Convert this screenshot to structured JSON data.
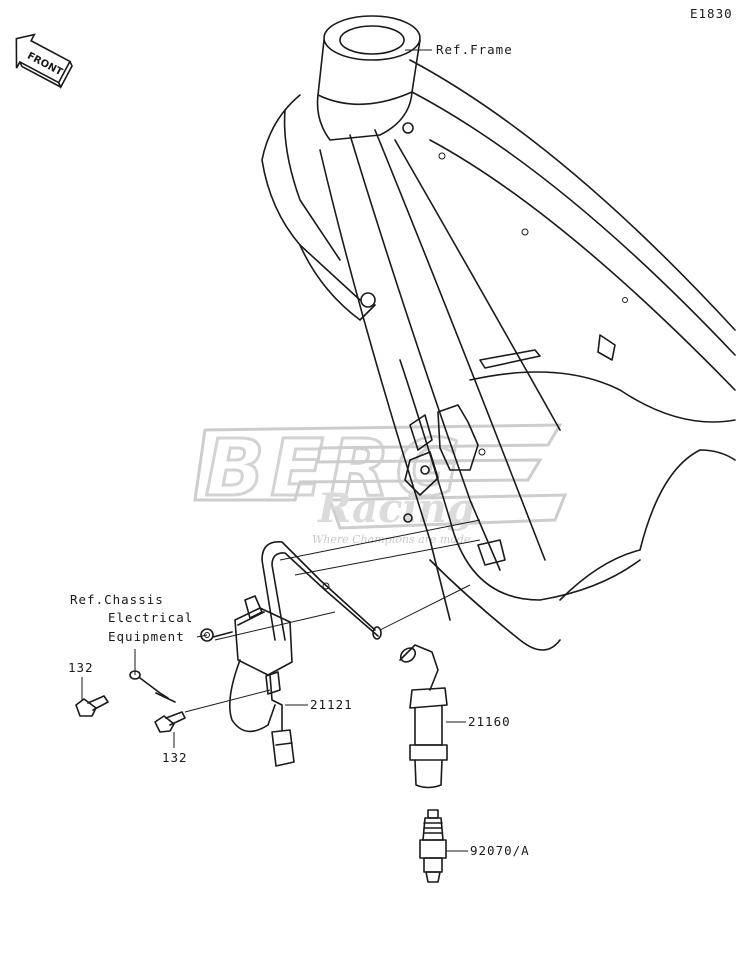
{
  "diagram_code": "E1830",
  "front_badge": "FRONT",
  "watermark": {
    "brand": "BERG",
    "subbrand": "Racing",
    "tagline": "Where Champions are made"
  },
  "labels": {
    "ref_frame": "Ref.Frame",
    "ref_chassis_line1": "Ref.Chassis",
    "ref_chassis_line2": "Electrical",
    "ref_chassis_line3": "Equipment",
    "bolt_upper": "132",
    "bolt_lower": "132",
    "ignition_coil": "21121",
    "plug_cap": "21160",
    "spark_plug": "92070/A"
  }
}
